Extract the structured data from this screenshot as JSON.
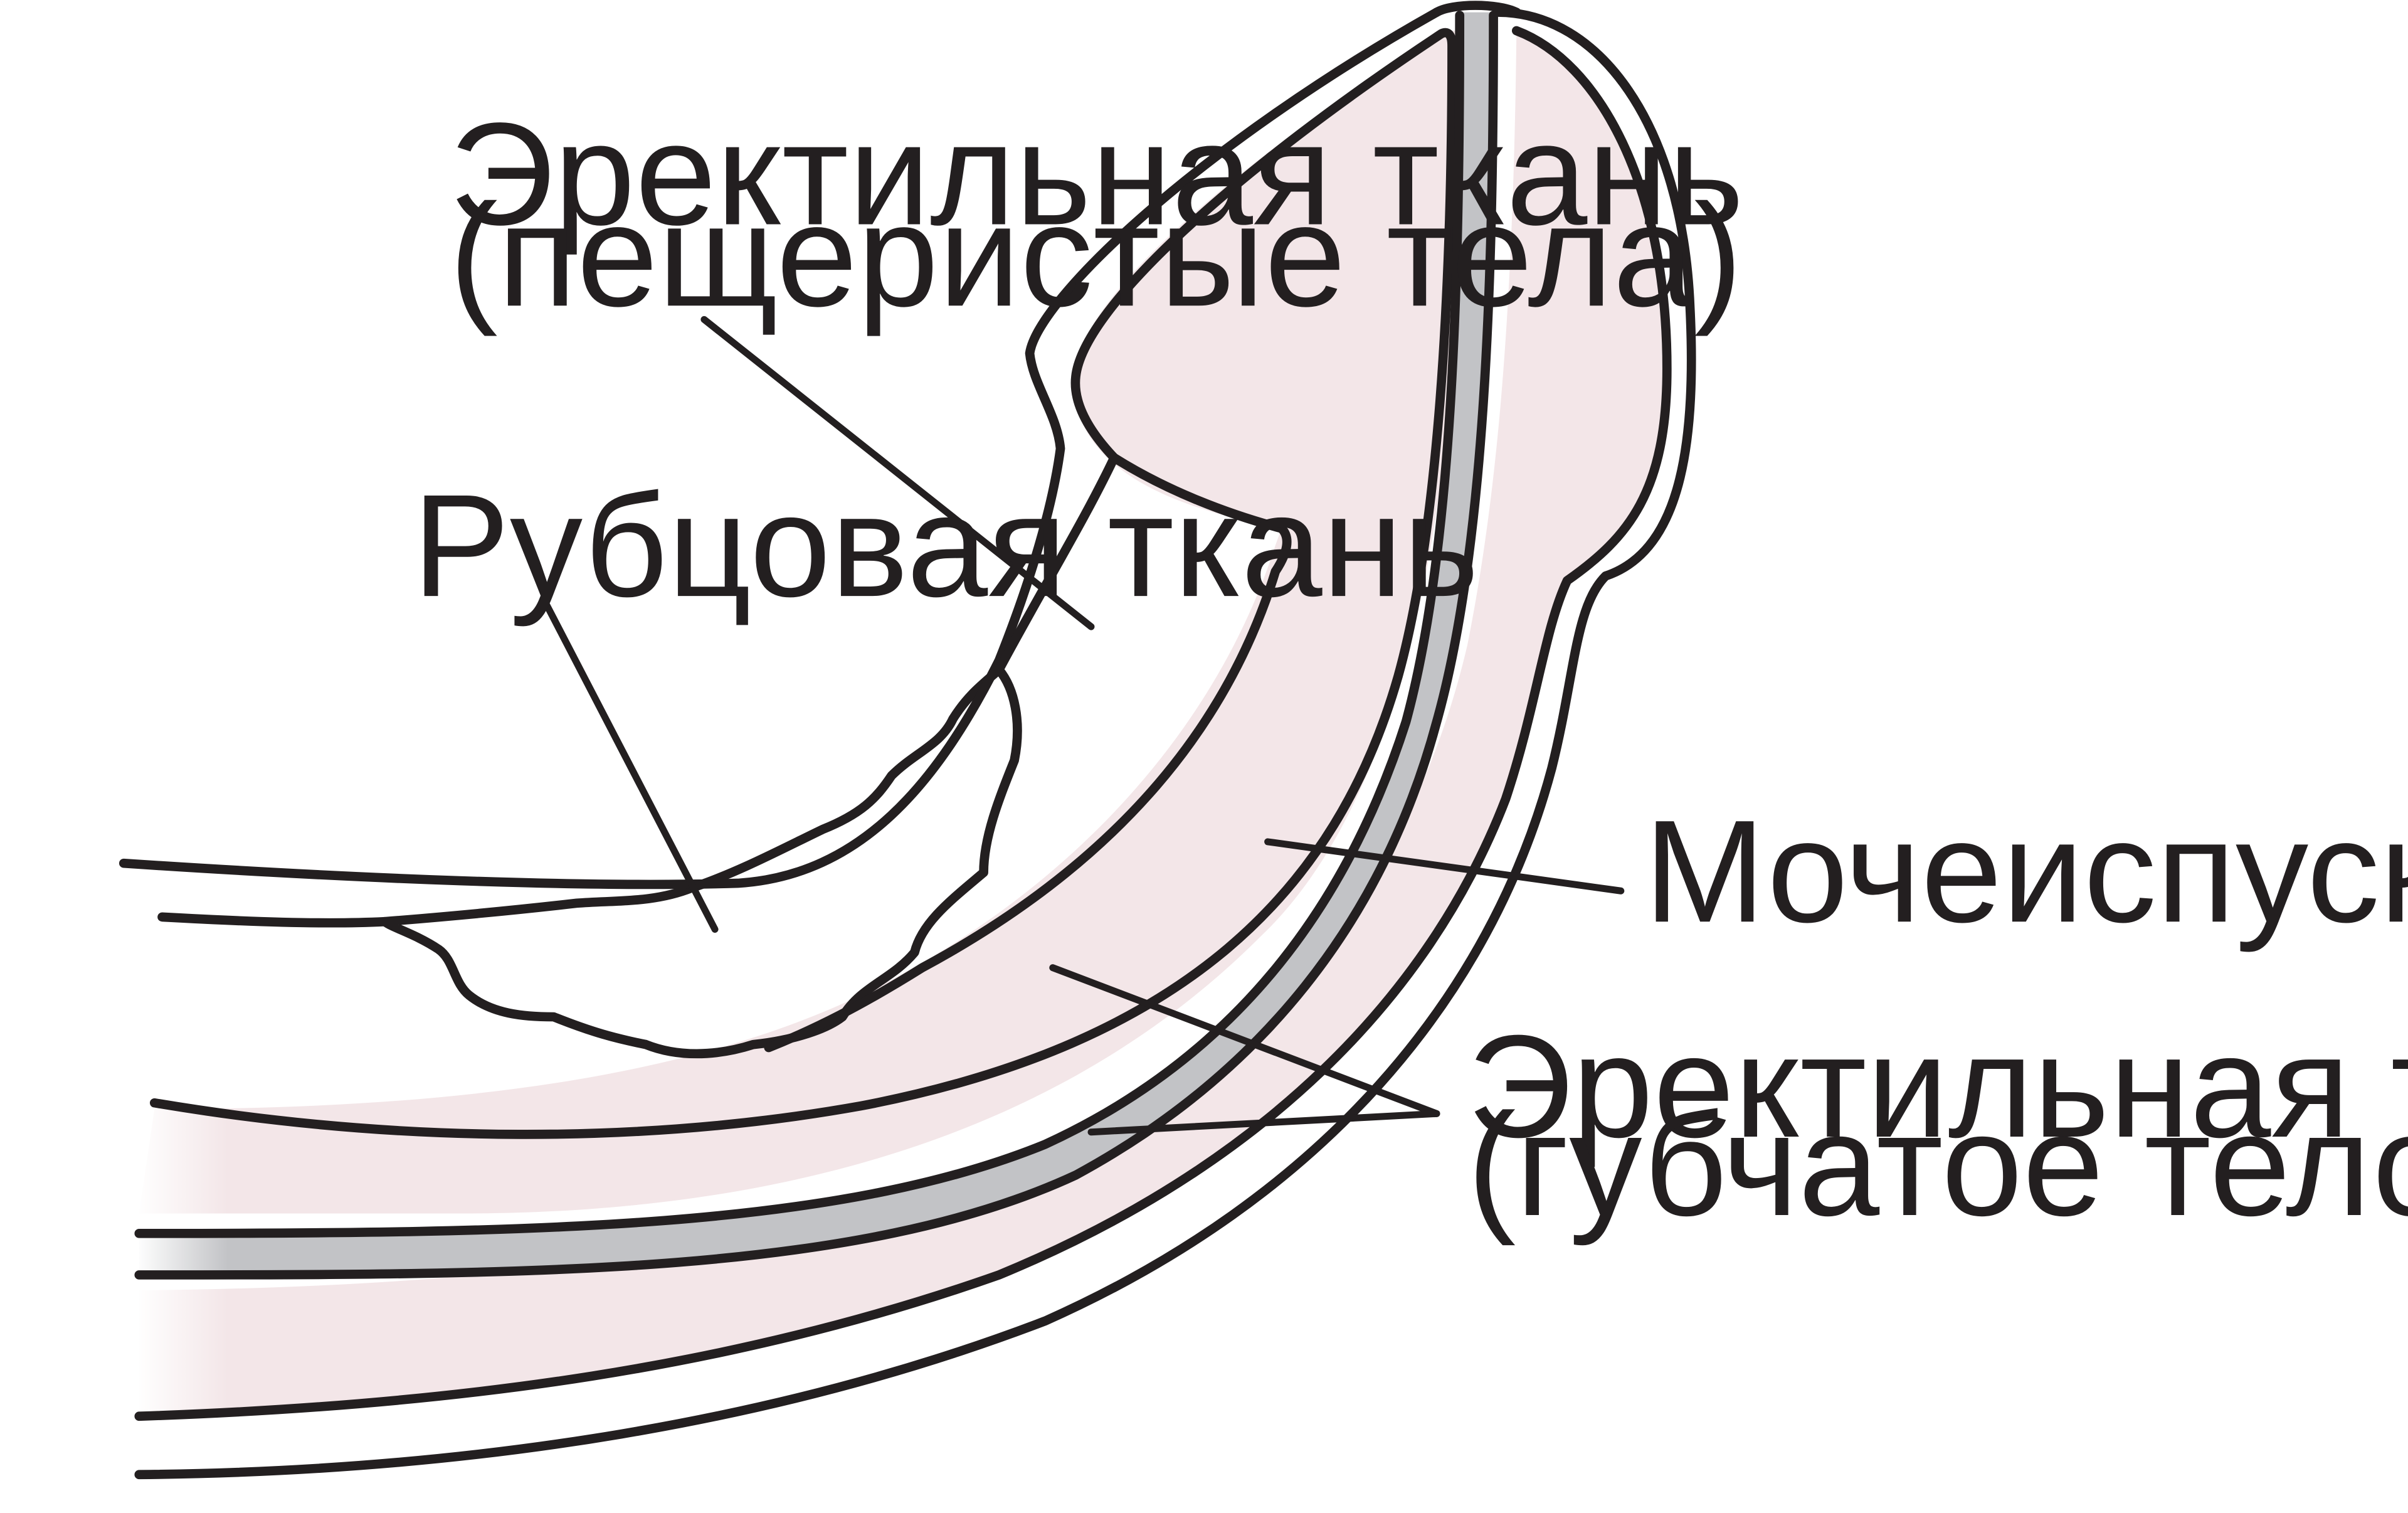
{
  "labels": {
    "cavernous": {
      "line1": "Эректильная ткань",
      "line2": "(пещеристые тела)"
    },
    "scar": {
      "line1": "Рубцовая ткань"
    },
    "urethra": {
      "line1": "Мочеиспускательный канал"
    },
    "spongy": {
      "line1": "Эректильная ткань",
      "line2": "(губчатое тело)"
    }
  },
  "colors": {
    "erectile_tissue_fill": "#f3e6e8",
    "scar_tissue_fill": "#b44a72",
    "urethra_fill": "#c2c3c6",
    "outline": "#231f20",
    "background": "#ffffff"
  }
}
